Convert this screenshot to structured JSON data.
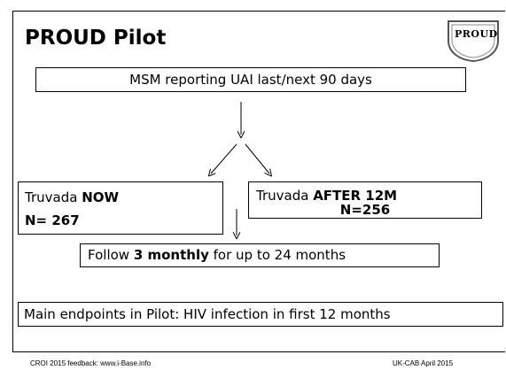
{
  "slide": {
    "title": "PROUD Pilot",
    "logo_text": "PROUD",
    "population_box": "MSM reporting UAI last/next 90 days",
    "arm_now": {
      "label": "Truvada ",
      "label_bold": "NOW",
      "n": "N= 267"
    },
    "arm_after": {
      "label": "Truvada ",
      "label_bold": "AFTER 12M",
      "n": "N=256"
    },
    "follow_up": {
      "prefix": "Follow ",
      "bold": "3 monthly",
      "suffix": " for up to 24 months"
    },
    "endpoints": "Main endpoints in Pilot: HIV infection in first 12 months"
  },
  "footer": {
    "left": "CROI 2015 feedback: www.i-Base.info",
    "right": "UK-CAB April 2015"
  }
}
